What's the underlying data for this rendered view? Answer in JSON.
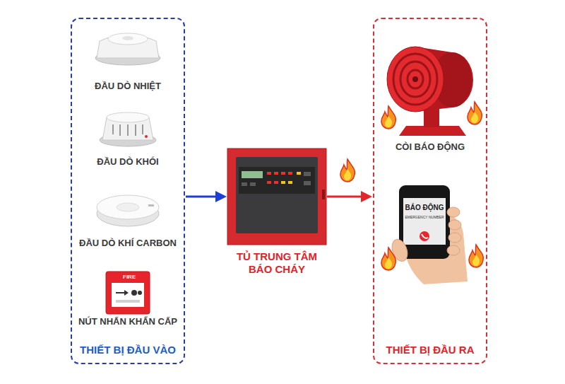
{
  "diagram": {
    "nodes": [
      {
        "text": [
          "THIẾT BỊ ĐẦU VÀO"
        ]
      },
      {
        "text": [
          "ĐẦU DÒ NHIỆT"
        ],
        "in": 0
      },
      {
        "text": [
          "ĐẦU DÒ KHÓI"
        ],
        "in": 0
      },
      {
        "text": [
          "ĐẦU DÒ KHÍ CARBON"
        ],
        "in": 0
      },
      {
        "text": [
          "NÚT NHẤN KHẨN CẤP"
        ],
        "in": 0
      },
      {
        "text": [
          "TỦ TRUNG TÂM BÁO CHÁY"
        ]
      },
      {
        "text": [
          "THIẾT BỊ ĐẦU RA"
        ]
      },
      {
        "text": [
          "CÒI BÁO ĐỘNG"
        ],
        "in": 6
      },
      {
        "text": [
          "BÁO ĐỘNG",
          "EMERGENCY NUMBER"
        ],
        "in": 6
      }
    ],
    "edges": [
      {
        "from": 0,
        "to": 5,
        "arrow": "to"
      },
      {
        "from": 5,
        "to": 6,
        "arrow": "to"
      }
    ],
    "labels": [
      "FIRE"
    ]
  }
}
